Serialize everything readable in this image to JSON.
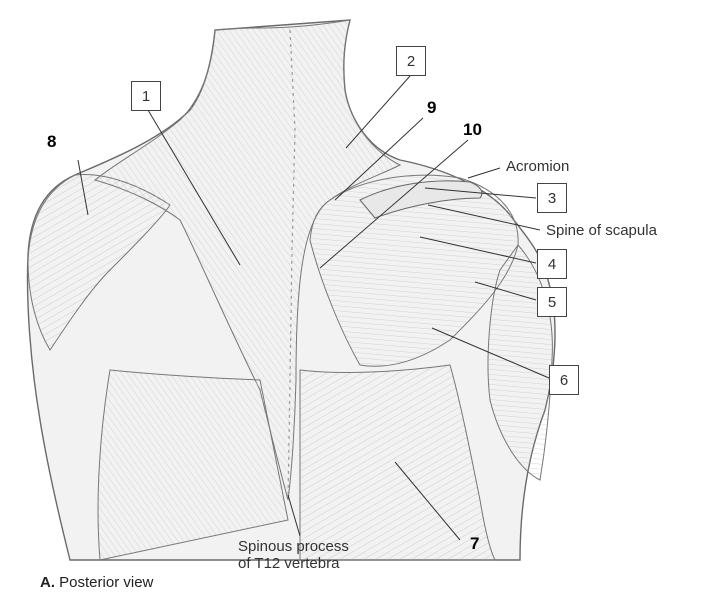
{
  "caption": {
    "prefix": "A.",
    "text": "Posterior view"
  },
  "numbers": {
    "n1": "1",
    "n2": "2",
    "n3": "3",
    "n4": "4",
    "n5": "5",
    "n6": "6",
    "n7": "7",
    "n8": "8",
    "n9": "9",
    "n10": "10"
  },
  "labels": {
    "acromion": "Acromion",
    "spine_of_scapula": "Spine of scapula",
    "spinous_line1": "Spinous process",
    "spinous_line2": "of T12 vertebra"
  }
}
